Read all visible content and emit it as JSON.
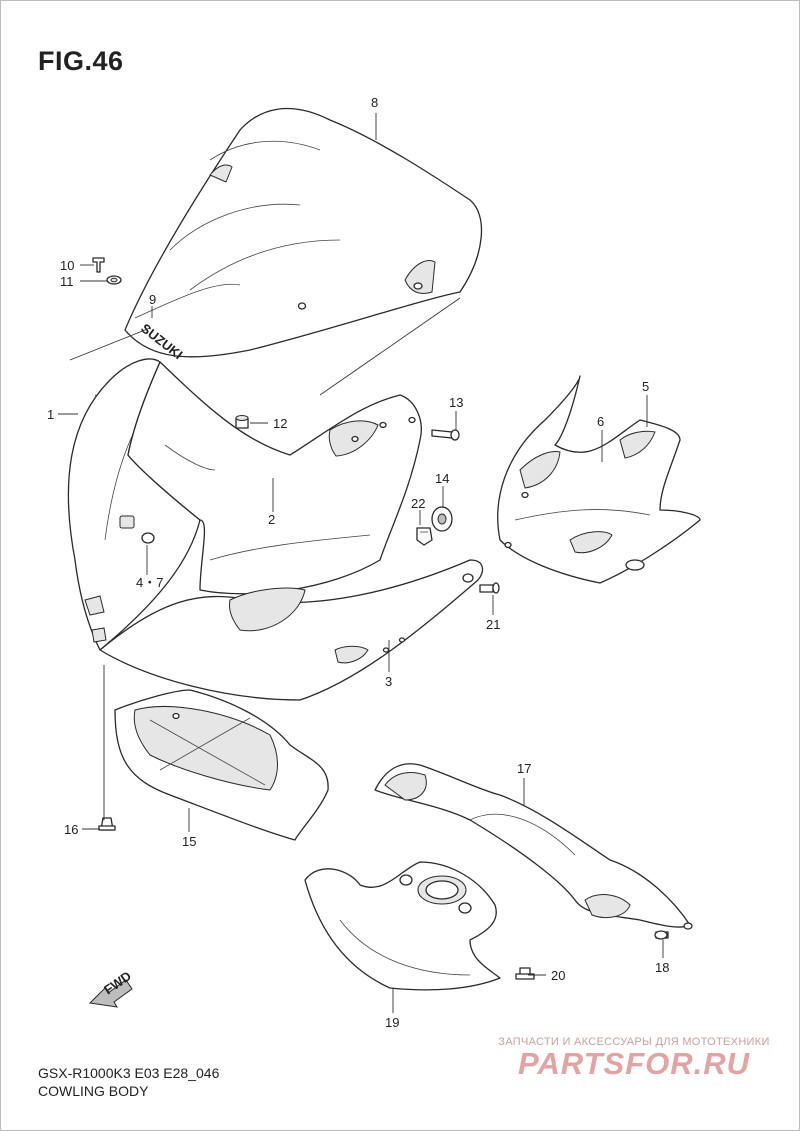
{
  "figure": {
    "title": "FIG.46"
  },
  "caption": {
    "model_code": "GSX-R1000K3 E03 E28_046",
    "group_name": "COWLING BODY"
  },
  "watermark": {
    "tagline": "ЗАПЧАСТИ И АКСЕССУАРЫ ДЛЯ МОТОТЕХНИКИ",
    "logo": "PARTSFOR.RU"
  },
  "windscreen_lettering": "SUZUKI",
  "fwd_arrow": {
    "label": "FWD",
    "icon": "forward-arrow-icon"
  },
  "callouts": [
    {
      "id": "8",
      "label": "8"
    },
    {
      "id": "10",
      "label": "10"
    },
    {
      "id": "11",
      "label": "11"
    },
    {
      "id": "9",
      "label": "9"
    },
    {
      "id": "1",
      "label": "1"
    },
    {
      "id": "12",
      "label": "12"
    },
    {
      "id": "13",
      "label": "13"
    },
    {
      "id": "5",
      "label": "5"
    },
    {
      "id": "6",
      "label": "6"
    },
    {
      "id": "2",
      "label": "2"
    },
    {
      "id": "14",
      "label": "14"
    },
    {
      "id": "22",
      "label": "22"
    },
    {
      "id": "4-7",
      "label": "4・7"
    },
    {
      "id": "21",
      "label": "21"
    },
    {
      "id": "3",
      "label": "3"
    },
    {
      "id": "17",
      "label": "17"
    },
    {
      "id": "16",
      "label": "16"
    },
    {
      "id": "15",
      "label": "15"
    },
    {
      "id": "20",
      "label": "20"
    },
    {
      "id": "18",
      "label": "18"
    },
    {
      "id": "19",
      "label": "19"
    }
  ]
}
